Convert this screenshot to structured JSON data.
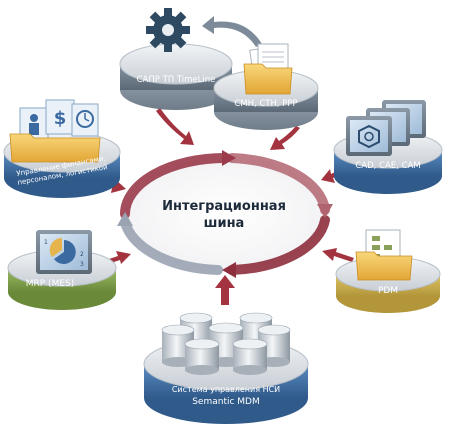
{
  "center": {
    "line1": "Интеграционная",
    "line2": "шина"
  },
  "nodes": {
    "sapr": "САПР ТП TimeLine",
    "smn": "СМН, СТН, РРР",
    "cad": "CAD, CAE, CAM",
    "pdm": "PDM",
    "mdm_line1": "Система управления НСИ",
    "mdm_line2": "Semantic MDM",
    "mrp": "MRP (MES)",
    "fin_line1": "Управление финансами,",
    "fin_line2": "персоналом, логистикой"
  },
  "mrp_screen_digits": [
    "1",
    "2",
    "3"
  ],
  "colors": {
    "ring_red": "#9a3a4a",
    "ring_gray": "#9aa3b2",
    "arrow": "#a3343f",
    "node_gray_band": "#6f7f8e",
    "node_blue_band": "#3b6aa0",
    "node_green_band": "#7a9a4a",
    "node_yellow_band": "#c4a848",
    "gear": "#2e4a63"
  }
}
